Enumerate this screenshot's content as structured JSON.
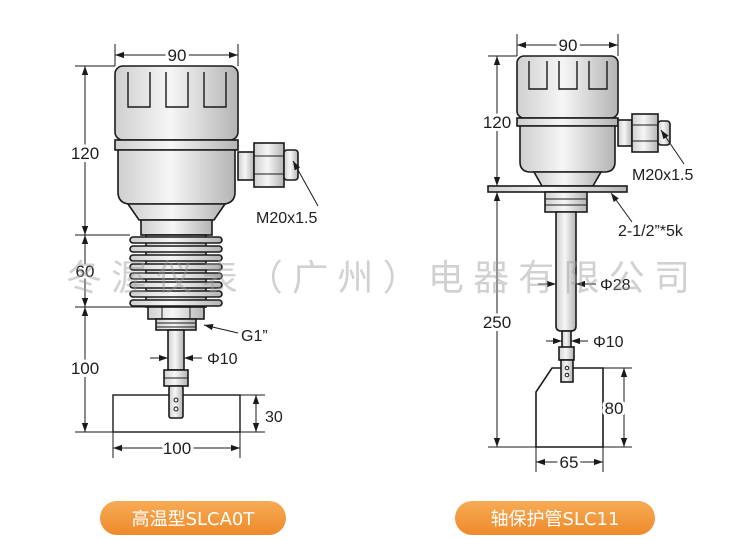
{
  "watermark": {
    "text": "冬渥仪表（广州）电器有限公司"
  },
  "colors": {
    "accent": "#f39a3e",
    "line": "#1a1a1a"
  },
  "models": [
    {
      "label": "高温型SLCA0T",
      "dimensions": {
        "housing_width": "90",
        "housing_height": "120",
        "cooling_fins_height": "60",
        "insertion_length": "100",
        "paddle_height": "30",
        "paddle_width": "100"
      },
      "callouts": {
        "cable_gland": "M20x1.5",
        "process_thread": "G1”",
        "shaft_diameter": "Φ10"
      }
    },
    {
      "label": "轴保护管SLC11",
      "dimensions": {
        "housing_width": "90",
        "housing_height": "120",
        "insertion_length": "250",
        "paddle_height": "80",
        "paddle_width": "65"
      },
      "callouts": {
        "cable_gland": "M20x1.5",
        "flange": "2-1/2”*5k",
        "tube_diameter": "Φ28",
        "shaft_diameter": "Φ10"
      }
    }
  ]
}
